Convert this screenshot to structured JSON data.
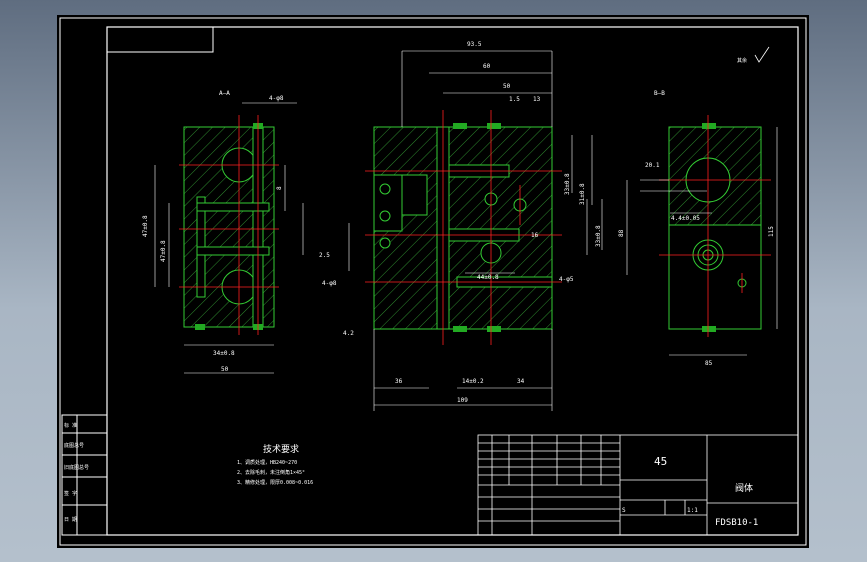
{
  "title_block": {
    "material": "45",
    "part_name": "阀体",
    "drawing_number": "FDSB10-1",
    "scale_label": "S",
    "scale": "1:1"
  },
  "technical_requirements": {
    "heading": "技术要求",
    "items": [
      "1、调质处理，HB240~270",
      "2、去除毛刺，未注倒角1×45°",
      "3、精修处理，限厚0.008~0.016"
    ]
  },
  "section_labels": {
    "left_view": "A—A",
    "right_view": "B—B",
    "roughness_note": "其余"
  },
  "dimensions": {
    "left_view": [
      "47±0.8",
      "47±0.8",
      "8",
      "4-φ8",
      "34±0.8",
      "50"
    ],
    "front_view": [
      "93.5",
      "60",
      "50",
      "1.5",
      "13",
      "33±0.8",
      "16",
      "44±0.8",
      "4-φ5",
      "4-φ8",
      "4.2",
      "36",
      "14±0.2",
      "34",
      "109",
      "33±0.8",
      "31±0.8",
      "2.5"
    ],
    "right_view": [
      "20.1",
      "4.4±0.05",
      "88",
      "115",
      "85"
    ]
  },
  "margin_labels": [
    "标 准",
    "底图总号",
    "旧底图总号",
    "签 字",
    "日 期"
  ],
  "colors": {
    "background": "#000000",
    "outline": "#ffffff",
    "part_lines": "#33cc33",
    "center_lines": "#ff2020",
    "hatch": "#2e8b2e"
  }
}
